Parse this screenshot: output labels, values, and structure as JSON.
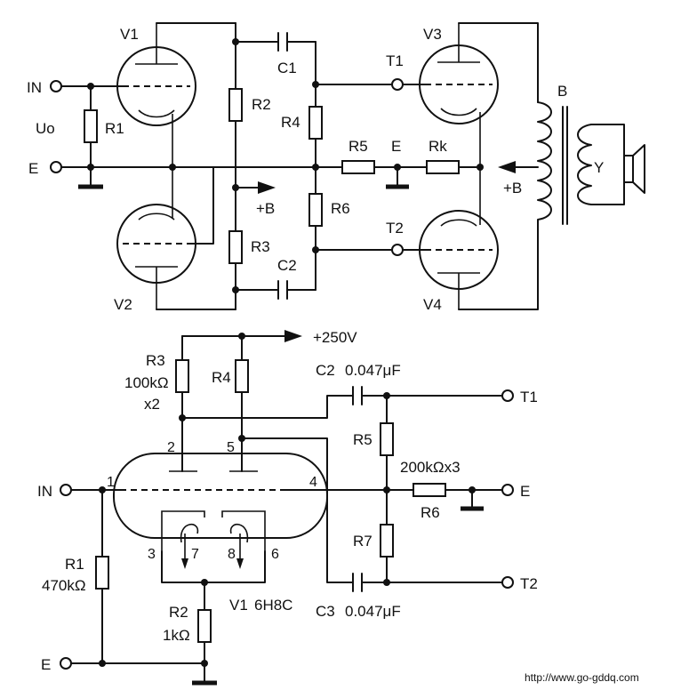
{
  "top": {
    "in_label": "IN",
    "e_label": "E",
    "uo_label": "Uo",
    "tubes": {
      "v1": "V1",
      "v2": "V2",
      "v3": "V3",
      "v4": "V4"
    },
    "resistors": {
      "r1": "R1",
      "r2": "R2",
      "r3": "R3",
      "r4": "R4",
      "r5": "R5",
      "r6": "R6",
      "rk": "Rk"
    },
    "capacitors": {
      "c1": "C1",
      "c2": "C2"
    },
    "terminals": {
      "t1": "T1",
      "t2": "T2",
      "e_mid": "E"
    },
    "plus_b_left": "+B",
    "plus_b_right": "+B",
    "transformer": "B",
    "speaker": "Y"
  },
  "bottom": {
    "supply": "+250V",
    "r3_label": "R3",
    "r3_value": "100kΩ",
    "r3_mult": "x2",
    "r4_label": "R4",
    "c2_label": "C2",
    "c2_value": "0.047μF",
    "t1": "T1",
    "r5_label": "R5",
    "r56_value": "200kΩx3",
    "r6_label": "R6",
    "e_out": "E",
    "r7_label": "R7",
    "c3_label": "C3",
    "c3_value": "0.047μF",
    "t2": "T2",
    "in_label": "IN",
    "e_label": "E",
    "r1_label": "R1",
    "r1_value": "470kΩ",
    "r2_label": "R2",
    "r2_value": "1kΩ",
    "tube_name": "V1",
    "tube_type": "6H8C",
    "pins": {
      "p1": "1",
      "p2": "2",
      "p3": "3",
      "p4": "4",
      "p5": "5",
      "p6": "6",
      "p7": "7",
      "p8": "8"
    }
  },
  "footer": {
    "url": "http://www.go-gddq.com"
  }
}
